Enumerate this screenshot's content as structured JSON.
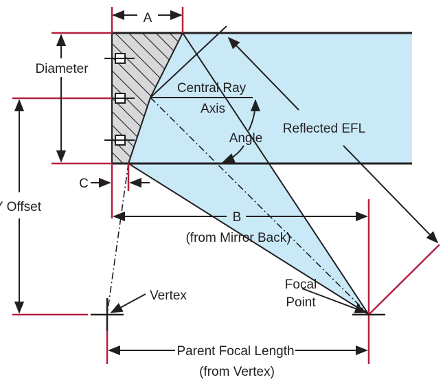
{
  "diagram": {
    "labels": {
      "a": "A",
      "diameter": "Diameter",
      "central_ray": "Central Ray",
      "axis": "Axis",
      "angle": "Angle",
      "reflected_efl": "Reflected EFL",
      "c": "C",
      "y_offset": "Y Offset",
      "b": "B",
      "from_mirror_back": "(from Mirror Back)",
      "vertex": "Vertex",
      "focal": "Focal",
      "point": "Point",
      "parent_focal_length": "Parent Focal Length",
      "from_vertex": "(from Vertex)"
    },
    "colors": {
      "beam_fill": "#c9e9f7",
      "dimension_red": "#b5203f",
      "line_dark": "#231f20",
      "mirror_fill": "#d7d8da"
    }
  }
}
